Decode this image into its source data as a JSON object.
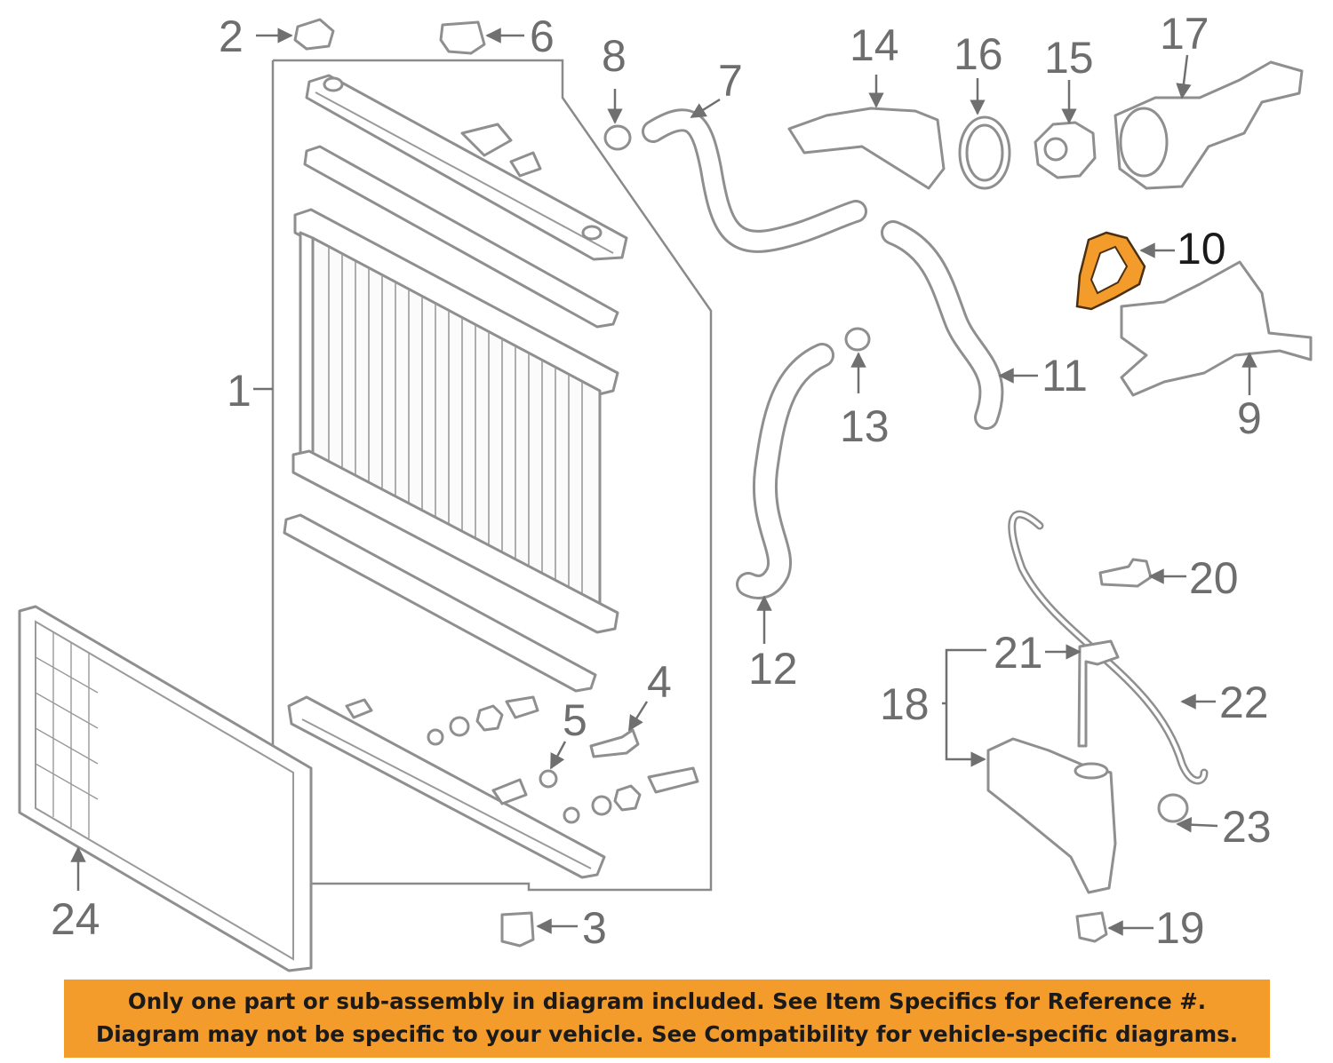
{
  "diagram": {
    "highlight_color": "#f39b2b",
    "line_color": "#8f8f8f",
    "highlighted_part": "10",
    "callouts": [
      {
        "id": "c1",
        "label": "1"
      },
      {
        "id": "c2",
        "label": "2"
      },
      {
        "id": "c3",
        "label": "3"
      },
      {
        "id": "c4",
        "label": "4"
      },
      {
        "id": "c5",
        "label": "5"
      },
      {
        "id": "c6",
        "label": "6"
      },
      {
        "id": "c7",
        "label": "7"
      },
      {
        "id": "c8",
        "label": "8"
      },
      {
        "id": "c9",
        "label": "9"
      },
      {
        "id": "c10",
        "label": "10"
      },
      {
        "id": "c11",
        "label": "11"
      },
      {
        "id": "c12",
        "label": "12"
      },
      {
        "id": "c13",
        "label": "13"
      },
      {
        "id": "c14",
        "label": "14"
      },
      {
        "id": "c15",
        "label": "15"
      },
      {
        "id": "c16",
        "label": "16"
      },
      {
        "id": "c17",
        "label": "17"
      },
      {
        "id": "c18",
        "label": "18"
      },
      {
        "id": "c19",
        "label": "19"
      },
      {
        "id": "c20",
        "label": "20"
      },
      {
        "id": "c21",
        "label": "21"
      },
      {
        "id": "c22",
        "label": "22"
      },
      {
        "id": "c23",
        "label": "23"
      },
      {
        "id": "c24",
        "label": "24"
      }
    ]
  },
  "banner": {
    "background": "#f39b2b",
    "line1": "Only one part or sub-assembly in diagram included. See Item Specifics for Reference #.",
    "line2": "Diagram may not be specific to your vehicle. See Compatibility for vehicle-specific diagrams."
  }
}
